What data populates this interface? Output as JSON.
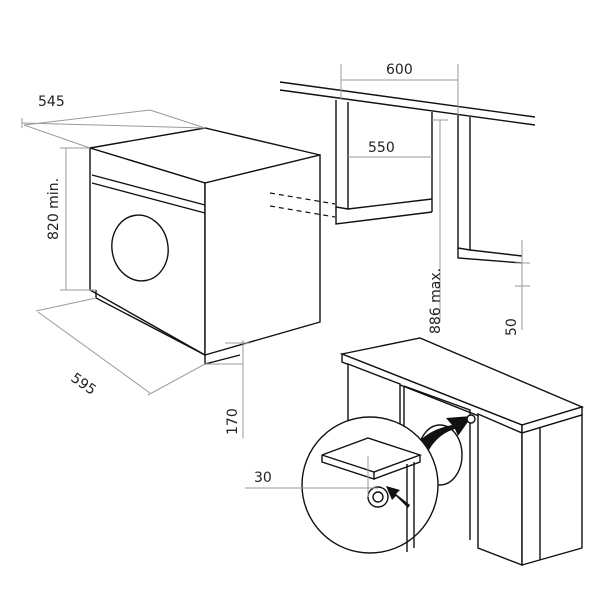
{
  "dimensions": {
    "depth_top": "545",
    "width_cabinet": "600",
    "inner_depth": "550",
    "height_min": "820 min.",
    "width_front": "595",
    "plinth_height": "170",
    "max_height": "886 max.",
    "gap": "50",
    "detail_offset": "30"
  },
  "colors": {
    "line": "#111111",
    "dim_line": "#9a9a9a",
    "text": "#222222",
    "arrow": "#111111"
  }
}
